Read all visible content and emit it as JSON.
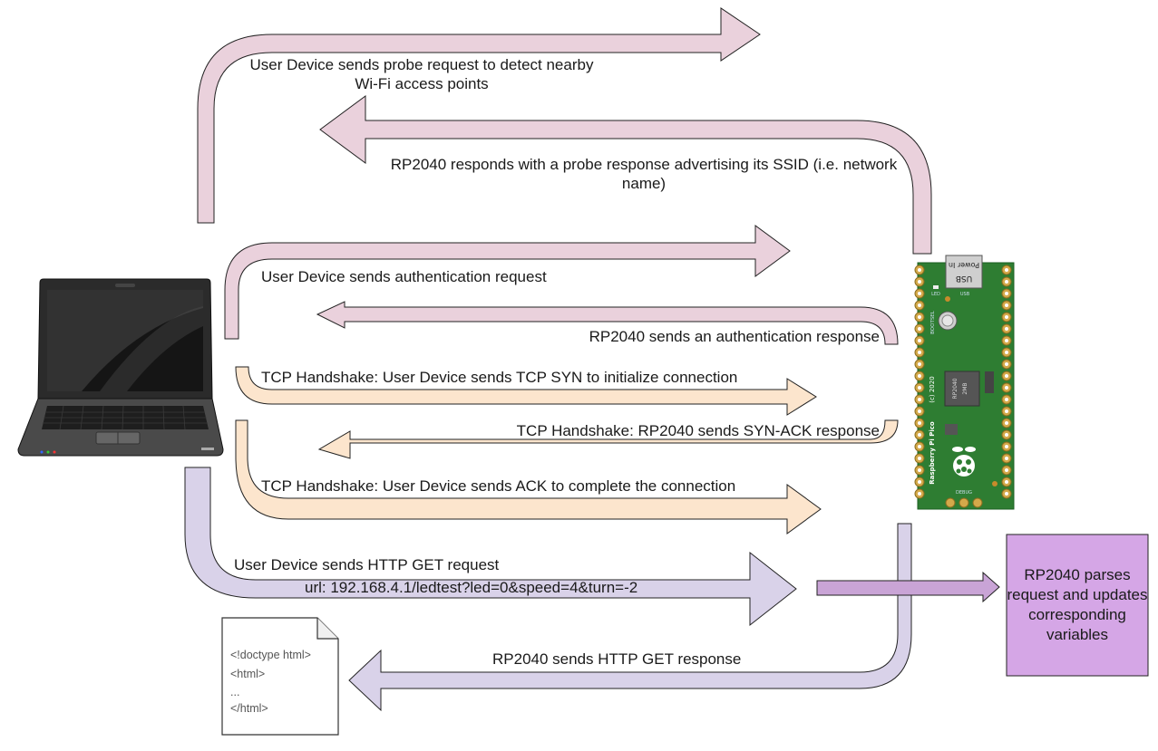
{
  "colors": {
    "pink_fill": "#ead1dc",
    "peach_fill": "#fce5cd",
    "lavender_fill": "#d9d2e9",
    "purple_box": "#d5a6e6",
    "purple_arrow": "#c9a4d6",
    "stroke": "#222222",
    "pico_green": "#2e7d32"
  },
  "icons": {
    "laptop": "laptop-icon",
    "board": "raspberry-pi-pico-board",
    "document": "html-document-icon"
  },
  "arrows": {
    "probe_request": "User Device sends probe request to detect nearby Wi-Fi access points",
    "probe_response": "RP2040 responds with a probe response advertising its SSID (i.e. network name)",
    "auth_request": "User Device sends authentication request",
    "auth_response": "RP2040 sends an authentication response",
    "tcp_syn": "TCP Handshake: User Device sends TCP SYN to initialize connection",
    "tcp_synack": "TCP Handshake: RP2040 sends SYN-ACK response",
    "tcp_ack": "TCP Handshake: User Device sends ACK to complete the connection",
    "http_get_line1": "User Device sends HTTP GET request",
    "http_get_line2": "url: 192.168.4.1/ledtest?led=0&speed=4&turn=-2",
    "http_response": "RP2040 sends HTTP GET response"
  },
  "parse_box": {
    "text": "RP2040 parses request and updates corresponding variables"
  },
  "document": {
    "lines": [
      "<!doctype html>",
      "<html>",
      "...",
      "</html>"
    ]
  },
  "board": {
    "power_label": "Power In",
    "usb_chip": "USB",
    "usb_label": "USB",
    "led_label": "LED",
    "bootsel_label": "BOOTSEL",
    "chip_line1": "RP2040",
    "chip_line2": "2MB",
    "copyright": "(c) 2020",
    "brand": "Raspberry Pi Pico",
    "debug_label": "DEBUG"
  }
}
